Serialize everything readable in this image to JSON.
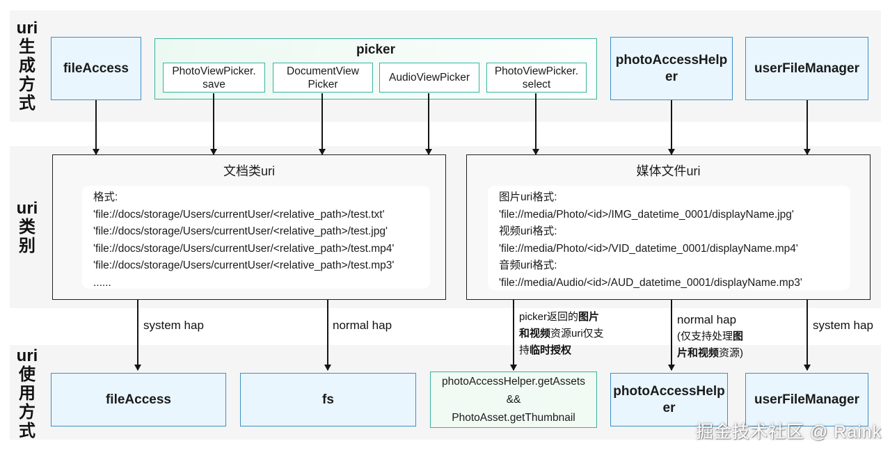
{
  "side_labels": {
    "generation": "uri\n生\n成\n方\n式",
    "category": "uri\n类\n别",
    "usage": "uri\n使\n用\n方\n式"
  },
  "top_row": {
    "file_access": "fileAccess",
    "picker_title": "picker",
    "picker_items": [
      "PhotoViewPicker.\nsave",
      "DocumentView\nPicker",
      "AudioViewPicker",
      "PhotoViewPicker.\nselect"
    ],
    "photo_access_helper": "photoAccessHelp\ner",
    "user_file_manager": "userFileManager"
  },
  "middle_row": {
    "doc_uri": {
      "title": "文档类uri",
      "lines": [
        "格式:",
        "'file://docs/storage/Users/currentUser/<relative_path>/test.txt'",
        "'file://docs/storage/Users/currentUser/<relative_path>/test.jpg'",
        "'file://docs/storage/Users/currentUser/<relative_path>/test.mp4'",
        "'file://docs/storage/Users/currentUser/<relative_path>/test.mp3'",
        "......"
      ]
    },
    "media_uri": {
      "title": "媒体文件uri",
      "lines": [
        "图片uri格式:",
        "'file://media/Photo/<id>/IMG_datetime_0001/displayName.jpg'",
        "视频uri格式:",
        "'file://media/Photo/<id>/VID_datetime_0001/displayName.mp4'",
        "音频uri格式:",
        "'file://media/Audio/<id>/AUD_datetime_0001/displayName.mp3'"
      ]
    }
  },
  "edge_labels": {
    "system_hap_left": "system hap",
    "normal_hap_left": "normal hap",
    "picker_return": {
      "s1": "picker返回的",
      "s2": "图片和视频",
      "s3": "资源uri仅支持",
      "s4": "临时授权"
    },
    "normal_hap_media": {
      "head": "normal hap",
      "s1": "(仅支持处理",
      "s2": "图片和视频",
      "s3": "资源)"
    },
    "system_hap_right": "system hap"
  },
  "bottom_row": {
    "file_access": "fileAccess",
    "fs": "fs",
    "photo_helper_get_assets": "photoAccessHelper.getAssets\n&&\nPhotoAsset.getThumbnail",
    "photo_access_helper": "photoAccessHelp\ner",
    "user_file_manager": "userFileManager"
  },
  "watermark": "掘金技术社区 @ Raink",
  "colors": {
    "blue_border": "#3a8fc5",
    "blue_fill": "#e9f6fd",
    "teal_border": "#35b39c",
    "green_fill": "#f2faf4",
    "band_gray": "#f5f5f6",
    "dark_border": "#1f1f1f"
  }
}
